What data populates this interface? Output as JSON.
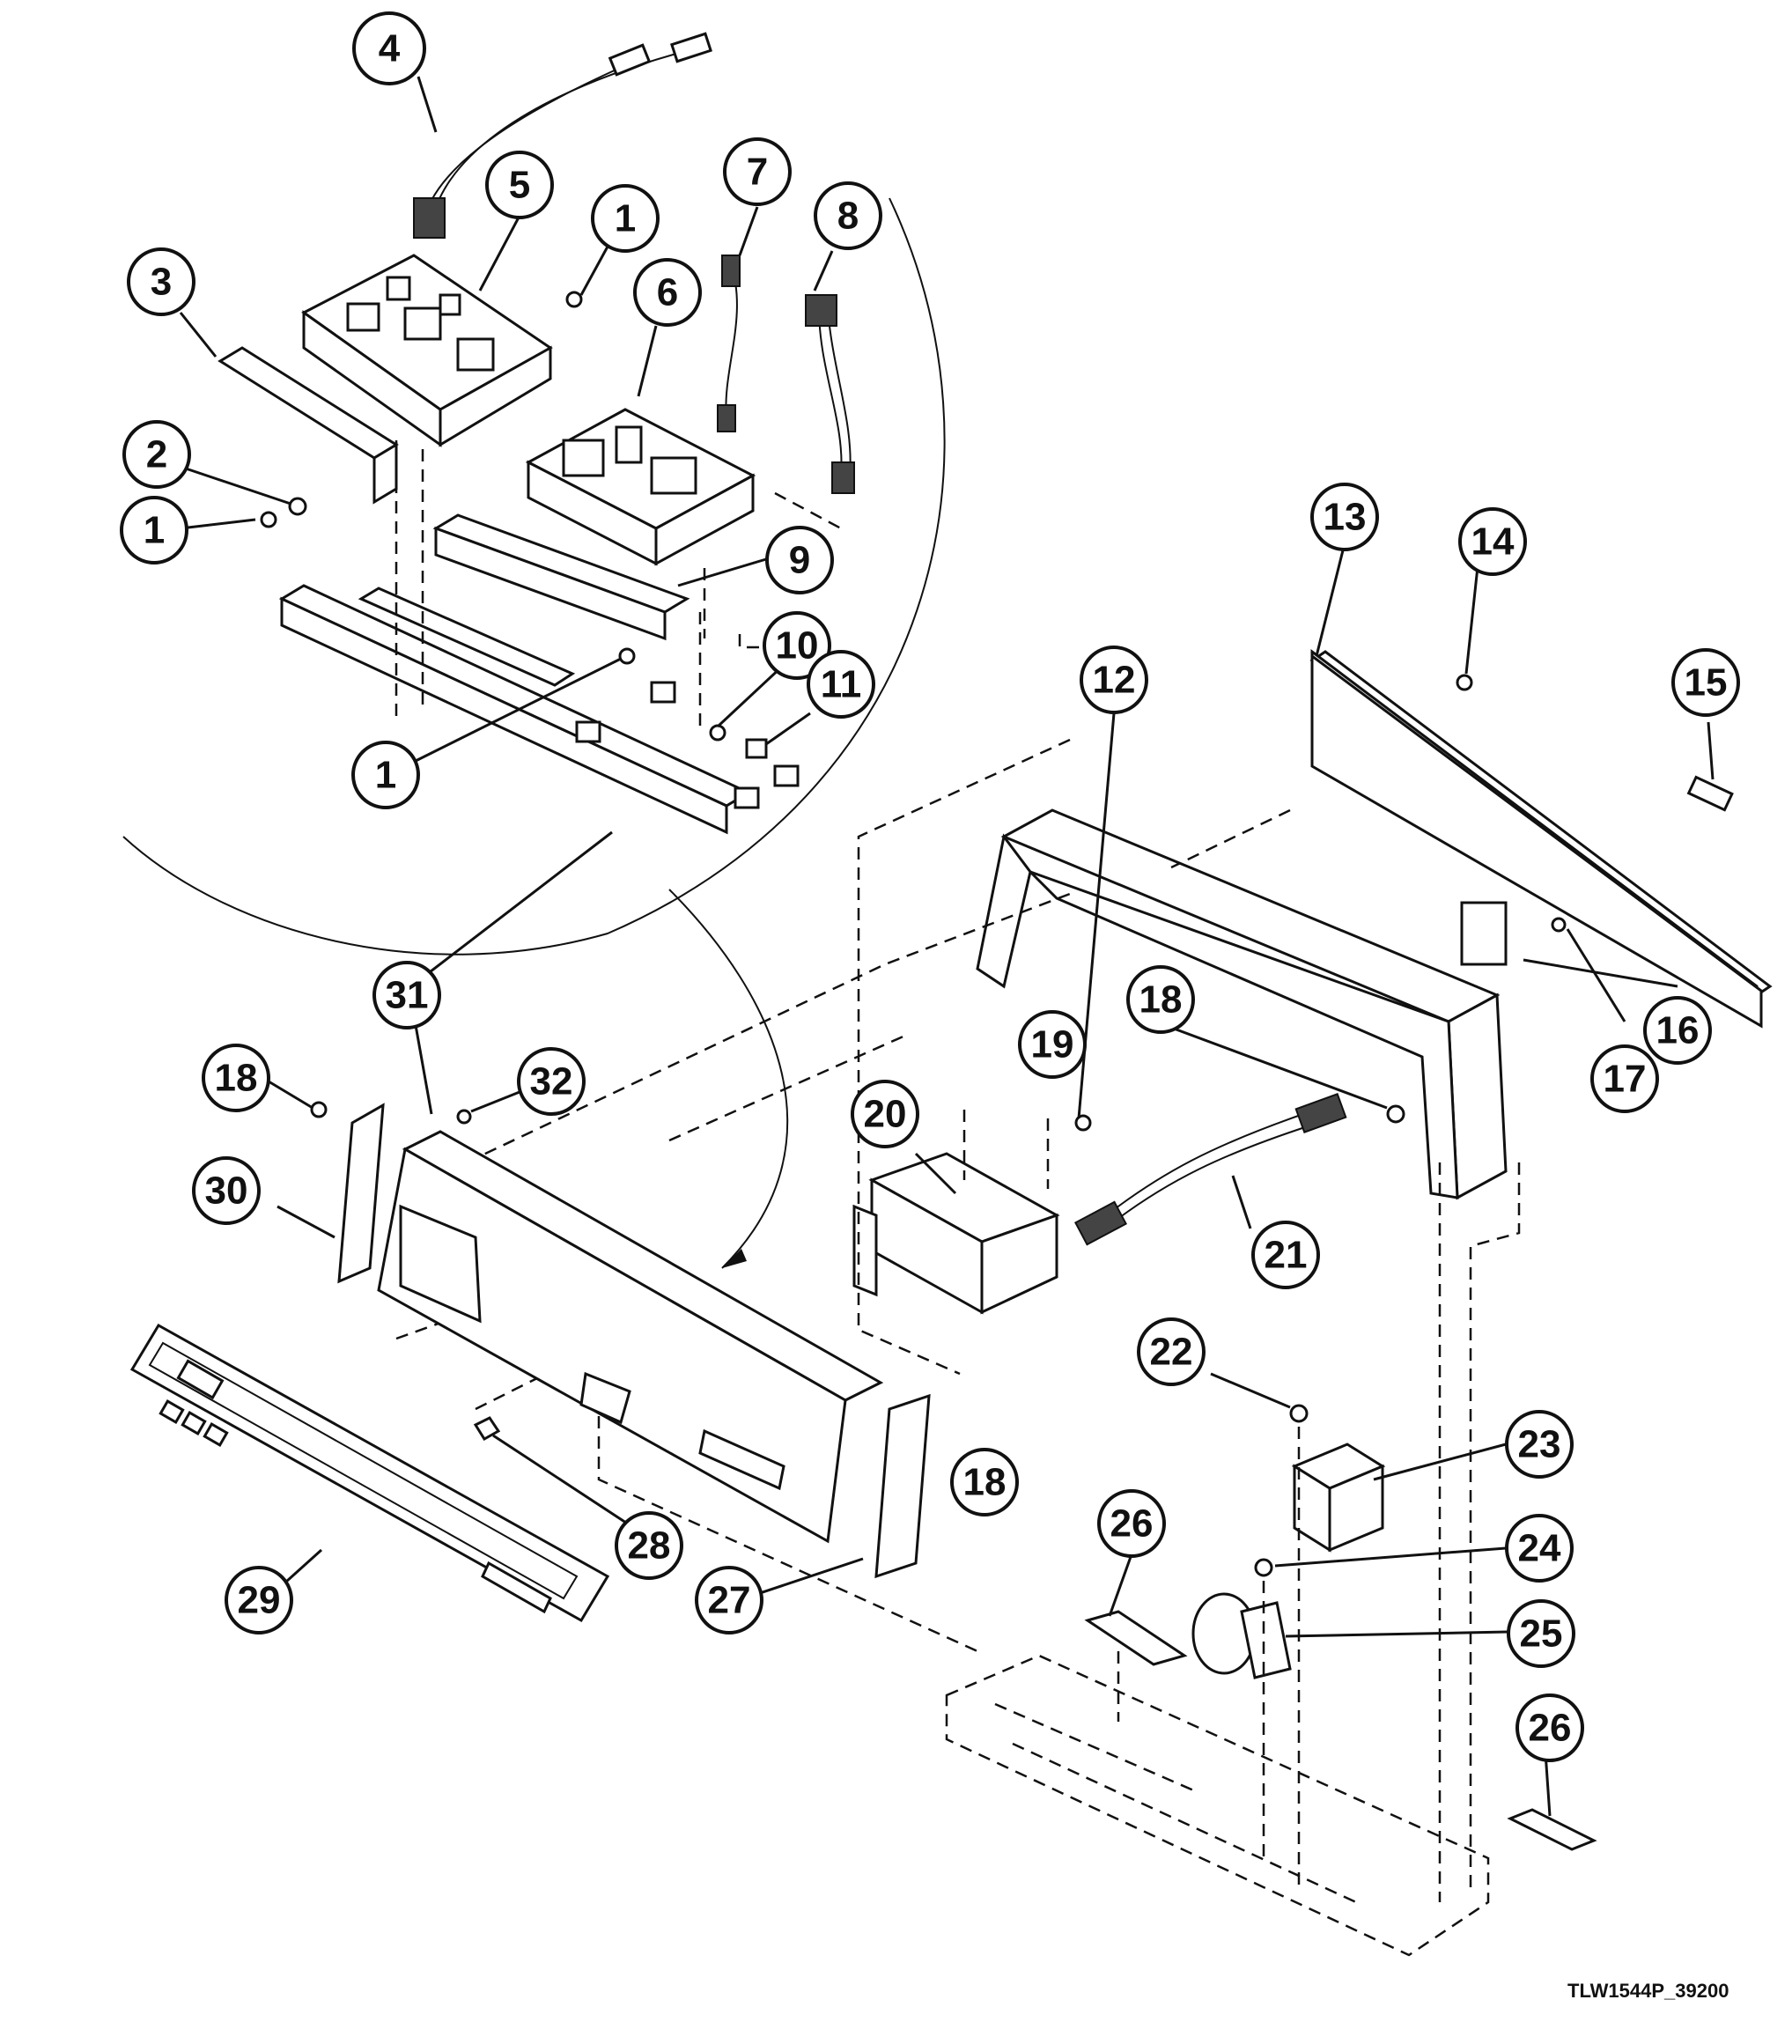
{
  "drawing": {
    "id": "TLW1544P_39200"
  },
  "callouts": [
    {
      "key": "c1a",
      "label": "1"
    },
    {
      "key": "c1b",
      "label": "1"
    },
    {
      "key": "c1c",
      "label": "1"
    },
    {
      "key": "c2",
      "label": "2"
    },
    {
      "key": "c3",
      "label": "3"
    },
    {
      "key": "c4",
      "label": "4"
    },
    {
      "key": "c5",
      "label": "5"
    },
    {
      "key": "c6",
      "label": "6"
    },
    {
      "key": "c7",
      "label": "7"
    },
    {
      "key": "c8",
      "label": "8"
    },
    {
      "key": "c9",
      "label": "9"
    },
    {
      "key": "c10",
      "label": "10"
    },
    {
      "key": "c11",
      "label": "11"
    },
    {
      "key": "c12",
      "label": "12"
    },
    {
      "key": "c13",
      "label": "13"
    },
    {
      "key": "c14",
      "label": "14"
    },
    {
      "key": "c15",
      "label": "15"
    },
    {
      "key": "c16",
      "label": "16"
    },
    {
      "key": "c17",
      "label": "17"
    },
    {
      "key": "c18a",
      "label": "18"
    },
    {
      "key": "c18b",
      "label": "18"
    },
    {
      "key": "c18c",
      "label": "18"
    },
    {
      "key": "c19",
      "label": "19"
    },
    {
      "key": "c20",
      "label": "20"
    },
    {
      "key": "c21",
      "label": "21"
    },
    {
      "key": "c22",
      "label": "22"
    },
    {
      "key": "c23",
      "label": "23"
    },
    {
      "key": "c24",
      "label": "24"
    },
    {
      "key": "c25",
      "label": "25"
    },
    {
      "key": "c26a",
      "label": "26"
    },
    {
      "key": "c26b",
      "label": "26"
    },
    {
      "key": "c27",
      "label": "27"
    },
    {
      "key": "c28",
      "label": "28"
    },
    {
      "key": "c29",
      "label": "29"
    },
    {
      "key": "c30",
      "label": "30"
    },
    {
      "key": "c31",
      "label": "31"
    },
    {
      "key": "c32",
      "label": "32"
    }
  ]
}
